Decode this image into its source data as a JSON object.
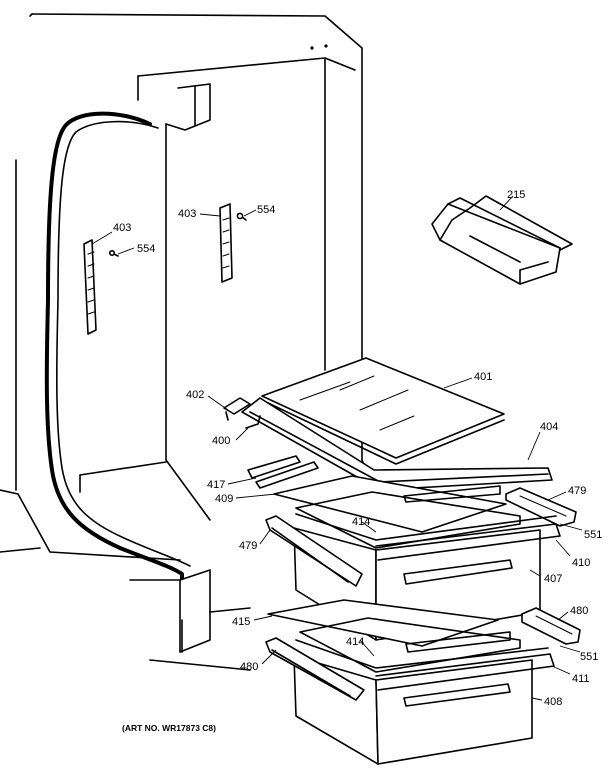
{
  "labels": {
    "p215": "215",
    "p401": "401",
    "p402": "402",
    "p400": "400",
    "p403_left": "403",
    "p554_left": "554",
    "p403_mid": "403",
    "p554_mid": "554",
    "p404": "404",
    "p417": "417",
    "p409": "409",
    "p479_right": "479",
    "p414_upper": "414",
    "p551_upper": "551",
    "p479_left": "479",
    "p410": "410",
    "p407": "407",
    "p480_right": "480",
    "p415": "415",
    "p414_lower": "414",
    "p551_lower": "551",
    "p480_left": "480",
    "p411": "411",
    "p408": "408"
  },
  "art_number": "(ART NO. WR17873 C8)"
}
